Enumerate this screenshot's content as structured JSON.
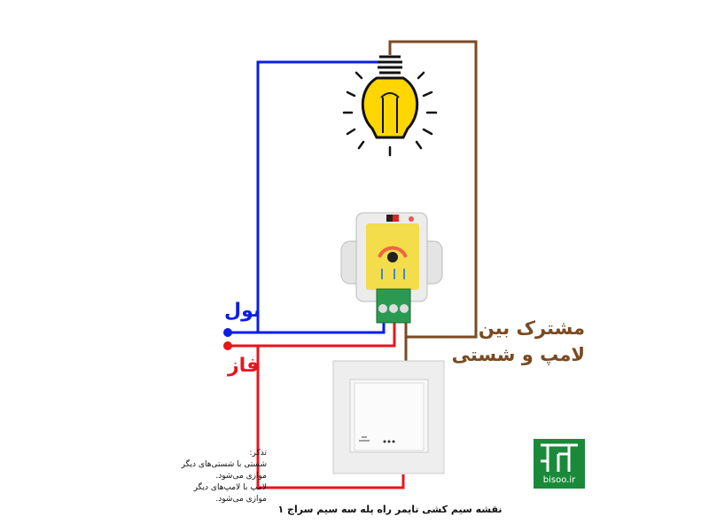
{
  "labels": {
    "neutral": "نول",
    "phase": "فاز",
    "common": [
      "مشترک بین",
      "لامپ و شستی"
    ]
  },
  "note": {
    "title": "تذکر:",
    "lines": [
      "شستی با شستی‌های دیگر موازی می‌شود.",
      "لامپ با لامپ‌های دیگر موازی می‌شود."
    ]
  },
  "caption": "نقشه سیم کشی تایمر راه پله سه سیم سراج ۱",
  "logo": "bisoo.ir",
  "colors": {
    "neutral": "#0a1ee6",
    "phase": "#e8141c",
    "common": "#7a4a22",
    "logo": "#1a8a3a"
  }
}
